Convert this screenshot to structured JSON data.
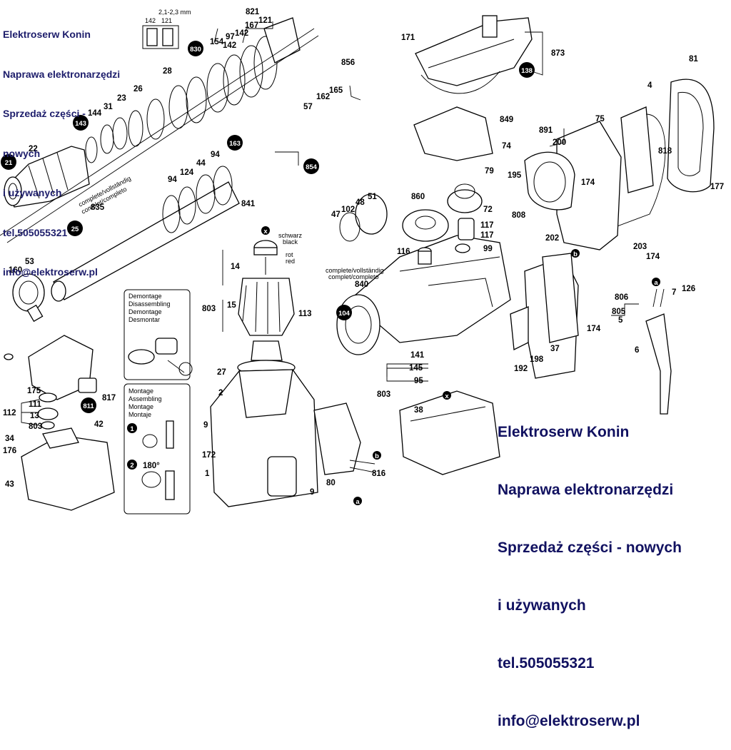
{
  "watermark_top": {
    "lines": [
      "Elektroserw Konin",
      "Naprawa elektronarzędzi",
      "Sprzedaż części -",
      "nowych",
      "i używanych",
      "tel.505055321",
      "info@elektroserw.pl"
    ]
  },
  "watermark_bottom": {
    "lines": [
      "Elektroserw Konin",
      "Naprawa elektronarzędzi",
      "Sprzedaż części - nowych",
      "i używanych",
      "tel.505055321",
      "info@elektroserw.pl"
    ]
  },
  "notes": {
    "complete_a": "complete/vollständig",
    "complete_a2": "complet/completo",
    "complete_b": "complete/vollständig",
    "complete_b2": "complet/completo",
    "schwarz": "schwarz",
    "black": "black",
    "rot": "rot",
    "red": "red",
    "mm": "2,1-2,3 mm"
  },
  "demontage": [
    "Demontage",
    "Disassembling",
    "Demontage",
    "Desmontar"
  ],
  "montage": [
    "Montage",
    "Assembling",
    "Montage",
    "Montaje"
  ],
  "angle": "180°",
  "step1": "1",
  "step2": "2",
  "callouts": [
    "21",
    "143",
    "830",
    "163",
    "854",
    "25",
    "104",
    "138",
    "811"
  ],
  "labels": [
    "821",
    "142",
    "121",
    "167",
    "97",
    "154",
    "142",
    "28",
    "26",
    "23",
    "31",
    "144",
    "22",
    "856",
    "165",
    "162",
    "57",
    "94",
    "44",
    "124",
    "94",
    "835",
    "841",
    "53",
    "160",
    "171",
    "873",
    "849",
    "74",
    "79",
    "81",
    "4",
    "891",
    "200",
    "75",
    "195",
    "174",
    "818",
    "177",
    "808",
    "202",
    "203",
    "174",
    "860",
    "51",
    "48",
    "102",
    "47",
    "72",
    "117",
    "117",
    "99",
    "116",
    "840",
    "14",
    "803",
    "15",
    "113",
    "27",
    "2",
    "9",
    "172",
    "1",
    "141",
    "145",
    "95",
    "803",
    "38",
    "80",
    "816",
    "192",
    "198",
    "37",
    "174",
    "806",
    "7",
    "126",
    "805",
    "5",
    "6",
    "175",
    "111",
    "13",
    "112",
    "803",
    "817",
    "42",
    "34",
    "176",
    "43",
    "9"
  ],
  "letters": [
    "x",
    "x",
    "a",
    "b",
    "b",
    "a"
  ]
}
